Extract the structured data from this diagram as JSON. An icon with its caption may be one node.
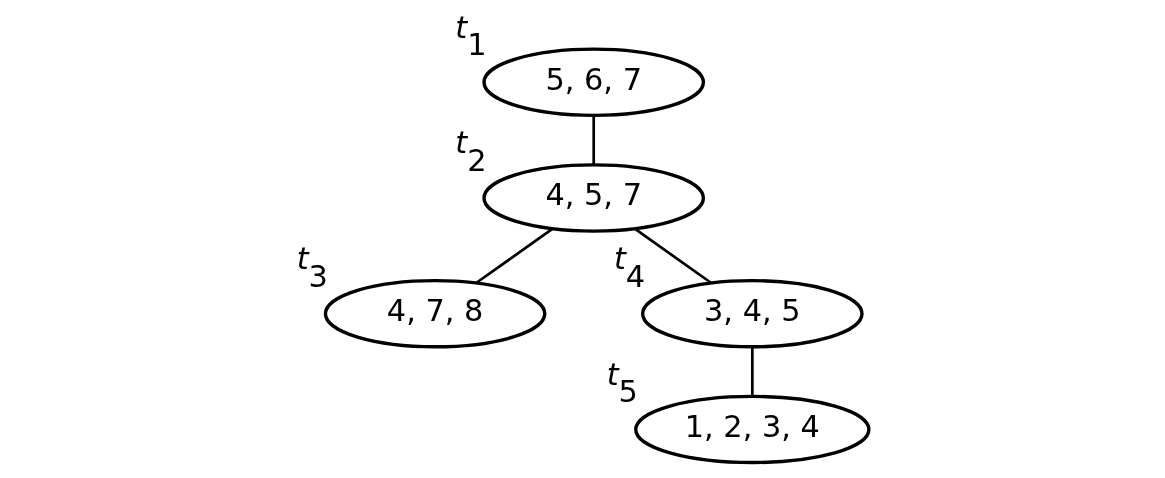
{
  "diagram": {
    "nodes": [
      {
        "text": [
          "5, 6, 7"
        ],
        "beside": [
          "t$_{1}$"
        ]
      },
      {
        "text": [
          "4, 5, 7"
        ],
        "beside": [
          "t$_{2}$"
        ]
      },
      {
        "text": [
          "4, 7, 8"
        ],
        "beside": [
          "t$_{3}$"
        ]
      },
      {
        "text": [
          "3, 4, 5"
        ],
        "beside": [
          "t$_{4}$"
        ]
      },
      {
        "text": [
          "1, 2, 3, 4"
        ],
        "beside": [
          "t$_{5}$"
        ]
      }
    ],
    "edges": [
      {
        "from": 0,
        "to": 1,
        "arrow": "none"
      },
      {
        "from": 1,
        "to": 2,
        "arrow": "none"
      },
      {
        "from": 1,
        "to": 3,
        "arrow": "none"
      },
      {
        "from": 3,
        "to": 4,
        "arrow": "none"
      }
    ]
  }
}
